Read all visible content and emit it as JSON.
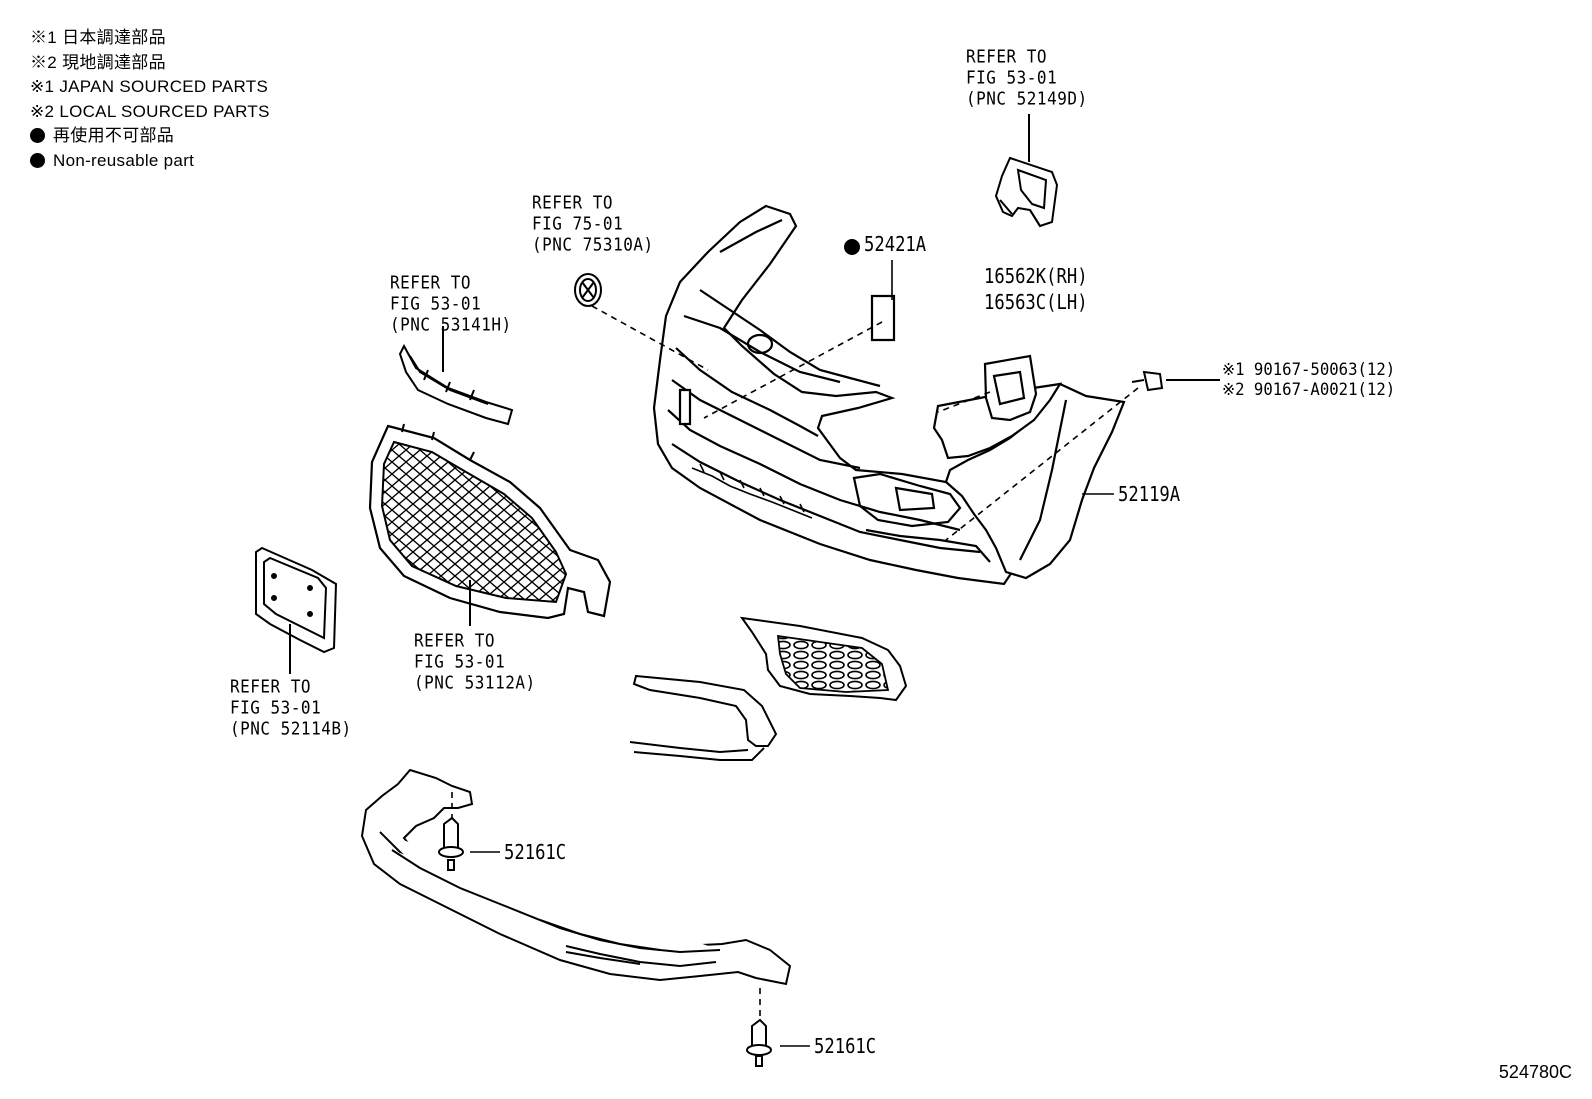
{
  "legend": {
    "jp_sourced_jp": "※1 日本調達部品",
    "local_sourced_jp": "※2 現地調達部品",
    "jp_sourced_en": "※1 JAPAN SOURCED PARTS",
    "local_sourced_en": "※2 LOCAL SOURCED PARTS",
    "non_reusable_jp": "再使用不可部品",
    "non_reusable_en": "Non-reusable part"
  },
  "references": {
    "ref_52149D": "REFER TO\nFIG 53-01\n(PNC 52149D)",
    "ref_75310A": "REFER TO\nFIG 75-01\n(PNC 75310A)",
    "ref_53141H": "REFER TO\nFIG 53-01\n(PNC 53141H)",
    "ref_53112A": "REFER TO\nFIG 53-01\n(PNC 53112A)",
    "ref_52114B": "REFER TO\nFIG 53-01\n(PNC 52114B)"
  },
  "parts": {
    "p52421A": "52421A",
    "p16562K": "16562K(RH)",
    "p16563C": "16563C(LH)",
    "p90167_1": "※1 90167-50063(12)",
    "p90167_2": "※2 90167-A0021(12)",
    "p52119A": "52119A",
    "p52161C_upper": "52161C",
    "p52161C_lower": "52161C"
  },
  "figure_id": "524780C"
}
